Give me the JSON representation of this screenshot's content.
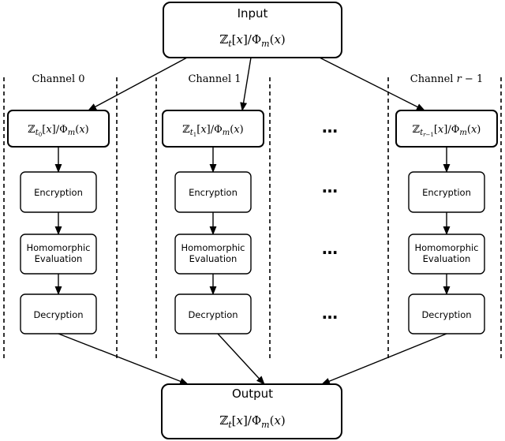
{
  "input": {
    "title": "Input",
    "formula": "ℤ_t[x]/Φ_m(x)"
  },
  "output": {
    "title": "Output",
    "formula": "ℤ_t[x]/Φ_m(x)"
  },
  "channels": [
    {
      "label": "Channel 0",
      "ring": "ℤ_{t_0}[x]/Φ_m(x)",
      "subscript": "t",
      "sub_index": "0"
    },
    {
      "label": "Channel 1",
      "ring": "ℤ_{t_1}[x]/Φ_m(x)",
      "subscript": "t",
      "sub_index": "1"
    },
    {
      "label": "Channel r − 1",
      "ring": "ℤ_{t_{r−1}}[x]/Φ_m(x)",
      "subscript": "t",
      "sub_index": "r−1"
    }
  ],
  "steps": {
    "encryption": "Encryption",
    "evaluation_line1": "Homomorphic",
    "evaluation_line2": "Evaluation",
    "decryption": "Decryption"
  },
  "ellipsis": "…"
}
